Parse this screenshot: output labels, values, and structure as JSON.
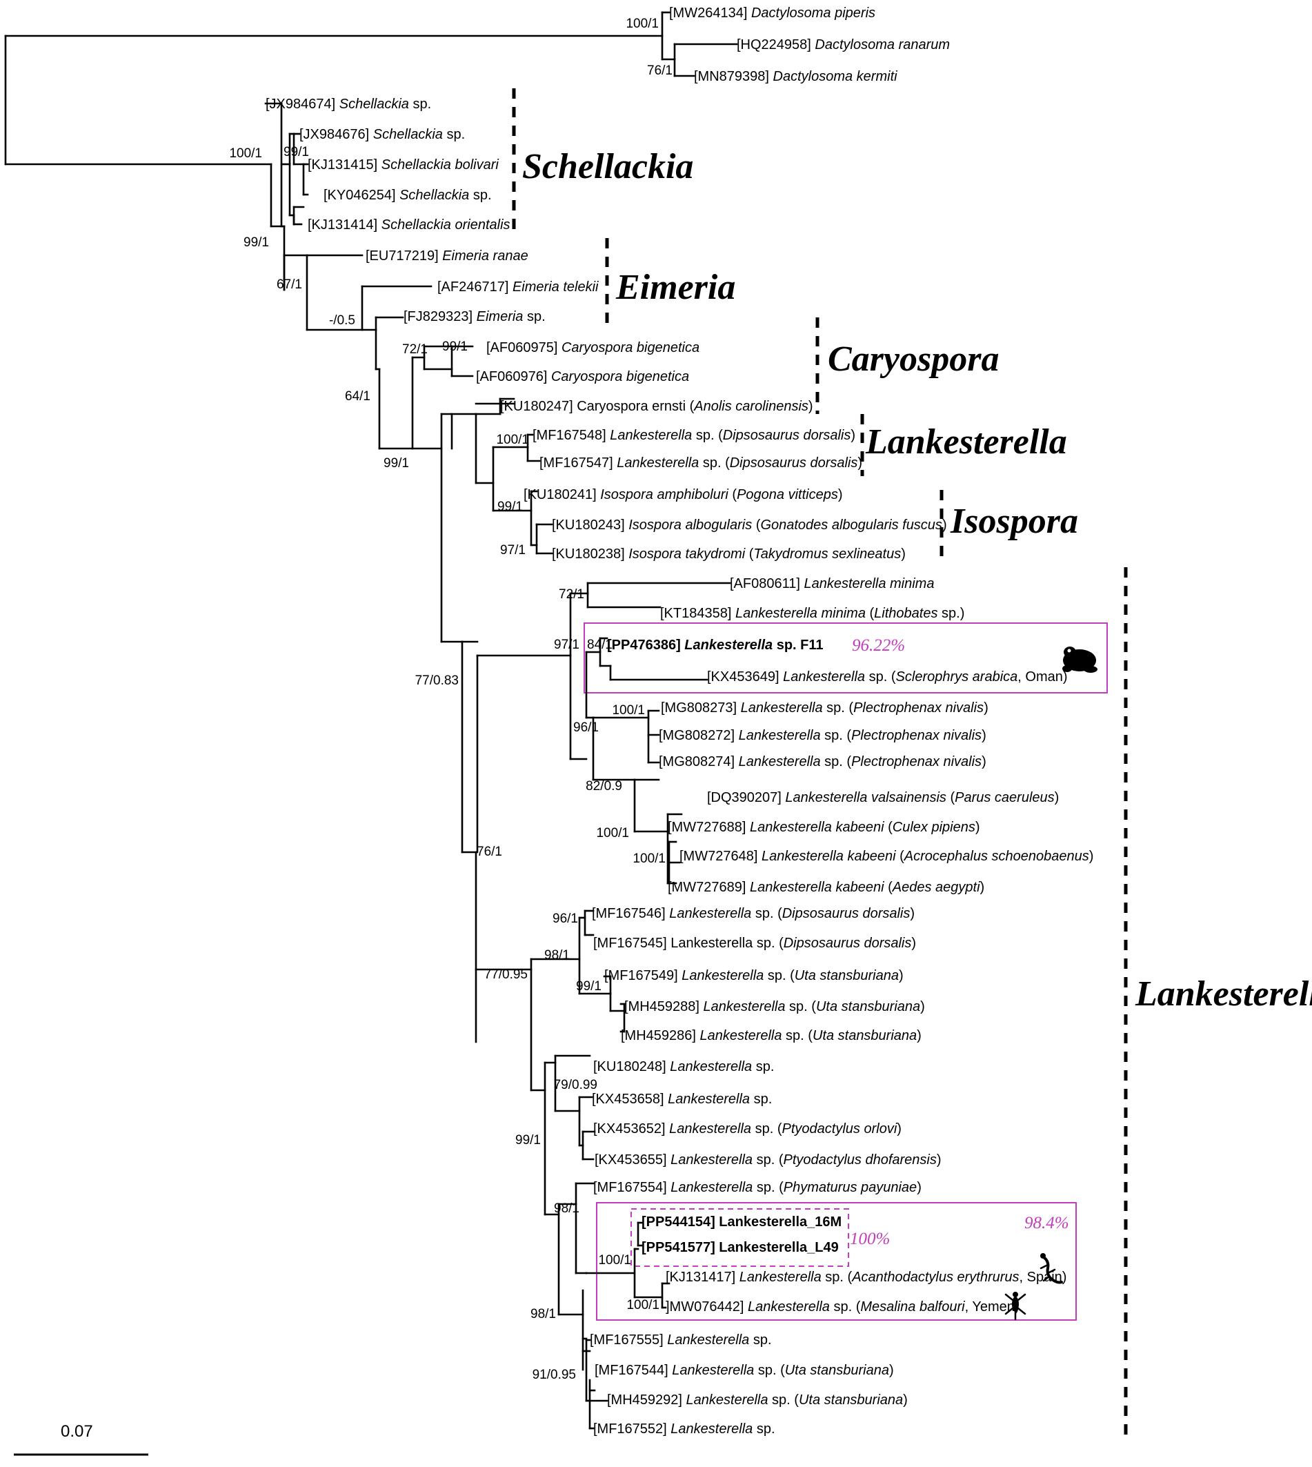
{
  "tips": [
    {
      "acc": "[MW264134]",
      "genus": "Dactylosoma",
      "epithet": "piperis"
    },
    {
      "acc": "[HQ224958]",
      "genus": "Dactylosoma",
      "epithet": "ranarum"
    },
    {
      "acc": "[MN879398]",
      "genus": "Dactylosoma",
      "epithet": "kermiti"
    },
    {
      "acc": "[JX984674]",
      "genus": "Schellackia",
      "epithet": "sp."
    },
    {
      "acc": "[JX984676]",
      "genus": "Schellackia",
      "epithet": "sp."
    },
    {
      "acc": "[KJ131415]",
      "genus": "Schellackia",
      "epithet": "bolivari"
    },
    {
      "acc": "[KY046254]",
      "genus": "Schellackia",
      "epithet": "sp."
    },
    {
      "acc": "[KJ131414]",
      "genus": "Schellackia",
      "epithet": "orientalis"
    },
    {
      "acc": "[EU717219]",
      "genus": "Eimeria",
      "epithet": "ranae"
    },
    {
      "acc": "[AF246717]",
      "genus": "Eimeria",
      "epithet": "telekii"
    },
    {
      "acc": "[FJ829323]",
      "genus": "Eimeria",
      "epithet": "sp."
    },
    {
      "acc": "[AF060975]",
      "genus": "Caryospora",
      "epithet": "bigenetica"
    },
    {
      "acc": "[AF060976]",
      "genus": "Caryospora",
      "epithet": "bigenetica"
    },
    {
      "acc": "[KU180247]",
      "genus": "Caryospora",
      "epithet": "ernsti",
      "host": "Anolis carolinensis",
      "plain": true
    },
    {
      "acc": "[MF167548]",
      "genus": "Lankesterella",
      "epithet": "sp.",
      "host": "Dipsosaurus dorsalis"
    },
    {
      "acc": "[MF167547]",
      "genus": "Lankesterella",
      "epithet": "sp.",
      "host": "Dipsosaurus dorsalis"
    },
    {
      "acc": "[KU180241]",
      "genus": "Isospora",
      "epithet": "amphiboluri",
      "host": "Pogona vitticeps"
    },
    {
      "acc": "[KU180243]",
      "genus": "Isospora",
      "epithet": "albogularis",
      "host": "Gonatodes albogularis fuscus"
    },
    {
      "acc": "[KU180238]",
      "genus": "Isospora",
      "epithet": "takydromi",
      "host": "Takydromus sexlineatus"
    },
    {
      "acc": "[AF080611]",
      "genus": "Lankesterella",
      "epithet": "minima"
    },
    {
      "acc": "[KT184358]",
      "genus": "Lankesterella",
      "epithet": "minima",
      "host": "Lithobates",
      "host_tail": " sp."
    },
    {
      "acc": "[PP476386]",
      "genus": "Lankesterella",
      "epithet": "sp. F11",
      "bold": true
    },
    {
      "acc": "[KX453649]",
      "genus": "Lankesterella",
      "epithet": "sp.",
      "host": "Sclerophrys arabica",
      "host_tail": ", Oman"
    },
    {
      "acc": "[MG808273]",
      "genus": "Lankesterella",
      "epithet": "sp.",
      "host": "Plectrophenax nivalis"
    },
    {
      "acc": "[MG808272]",
      "genus": "Lankesterella",
      "epithet": "sp.",
      "host": "Plectrophenax nivalis"
    },
    {
      "acc": "[MG808274]",
      "genus": "Lankesterella",
      "epithet": "sp.",
      "host": "Plectrophenax nivalis"
    },
    {
      "acc": "[DQ390207]",
      "genus": "Lankesterella",
      "epithet": "valsainensis",
      "host": "Parus caeruleus"
    },
    {
      "acc": "[MW727688]",
      "genus": "Lankesterella",
      "epithet": "kabeeni",
      "host": "Culex pipiens"
    },
    {
      "acc": "[MW727648]",
      "genus": "Lankesterella",
      "epithet": "kabeeni",
      "host": "Acrocephalus schoenobaenus"
    },
    {
      "acc": "[MW727689]",
      "genus": "Lankesterella",
      "epithet": "kabeeni",
      "host": "Aedes aegypti"
    },
    {
      "acc": "[MF167546]",
      "genus": "Lankesterella",
      "epithet": "sp.",
      "host": "Dipsosaurus dorsalis"
    },
    {
      "acc": "[MF167545]",
      "genus": "Lankesterella",
      "epithet": "sp.",
      "host": "Dipsosaurus dorsalis",
      "plain": true
    },
    {
      "acc": "[MF167549]",
      "genus": "Lankesterella",
      "epithet": "sp.",
      "host": "Uta stansburiana"
    },
    {
      "acc": "[MH459288]",
      "genus": "Lankesterella",
      "epithet": "sp.",
      "host": "Uta stansburiana"
    },
    {
      "acc": "[MH459286]",
      "genus": "Lankesterella",
      "epithet": "sp.",
      "host": "Uta stansburiana"
    },
    {
      "acc": "[KU180248]",
      "genus": "Lankesterella",
      "epithet": "sp."
    },
    {
      "acc": "[KX453658]",
      "genus": "Lankesterella",
      "epithet": "sp."
    },
    {
      "acc": "[KX453652]",
      "genus": "Lankesterella",
      "epithet": "sp.",
      "host": "Ptyodactylus orlovi"
    },
    {
      "acc": "[KX453655]",
      "genus": "Lankesterella",
      "epithet": "sp.",
      "host": "Ptyodactylus dhofarensis"
    },
    {
      "acc": "[MF167554]",
      "genus": "Lankesterella",
      "epithet": "sp.",
      "host": "Phymaturus payuniae"
    },
    {
      "acc": "[PP544154]",
      "genus": "Lankesterella_16M",
      "bold": true,
      "plain": true
    },
    {
      "acc": "[PP541577]",
      "genus": "Lankesterella_L49",
      "bold": true,
      "plain": true
    },
    {
      "acc": "[KJ131417]",
      "genus": "Lankesterella",
      "epithet": "sp.",
      "host": "Acanthodactylus erythrurus",
      "host_tail": ", Spain"
    },
    {
      "acc": "]MW076442]",
      "genus": "Lankesterella",
      "epithet": "sp.",
      "host": "Mesalina balfouri",
      "host_tail": ", Yemen"
    },
    {
      "acc": "[MF167555]",
      "genus": "Lankesterella",
      "epithet": "sp."
    },
    {
      "acc": "[MF167544]",
      "genus": "Lankesterella",
      "epithet": "sp.",
      "host": "Uta stansburiana"
    },
    {
      "acc": "[MH459292]",
      "genus": "Lankesterella",
      "epithet": "sp.",
      "host": "Uta stansburiana"
    },
    {
      "acc": "[MF167552]",
      "genus": "Lankesterella",
      "epithet": "sp."
    }
  ],
  "support_values": [
    "100/1",
    "76/1",
    "100/1",
    "99/1",
    "99/1",
    "67/1",
    "-/0.5",
    "64/1",
    "99/1",
    "99/1",
    "72/1",
    "100/1",
    "99/1",
    "97/1",
    "77/0.83",
    "72/1",
    "97/1",
    "84/1",
    "100/1",
    "96/1",
    "82/0.9",
    "100/1",
    "100/1",
    "76/1",
    "96/1",
    "98/1",
    "99/1",
    "77/0.95",
    "79/0.99",
    "99/1",
    "98/1",
    "100/1",
    "100/1",
    "98/1",
    "91/0.95"
  ],
  "clades": [
    "Schellackia",
    "Eimeria",
    "Caryospora",
    "Lankesterella",
    "Isospora",
    "Lankesterella"
  ],
  "identity": [
    "96.22%",
    "100%",
    "98.4%"
  ],
  "scale_bar": "0.07",
  "icons": [
    "toad-icon",
    "lizard-icon",
    "gecko-icon"
  ]
}
